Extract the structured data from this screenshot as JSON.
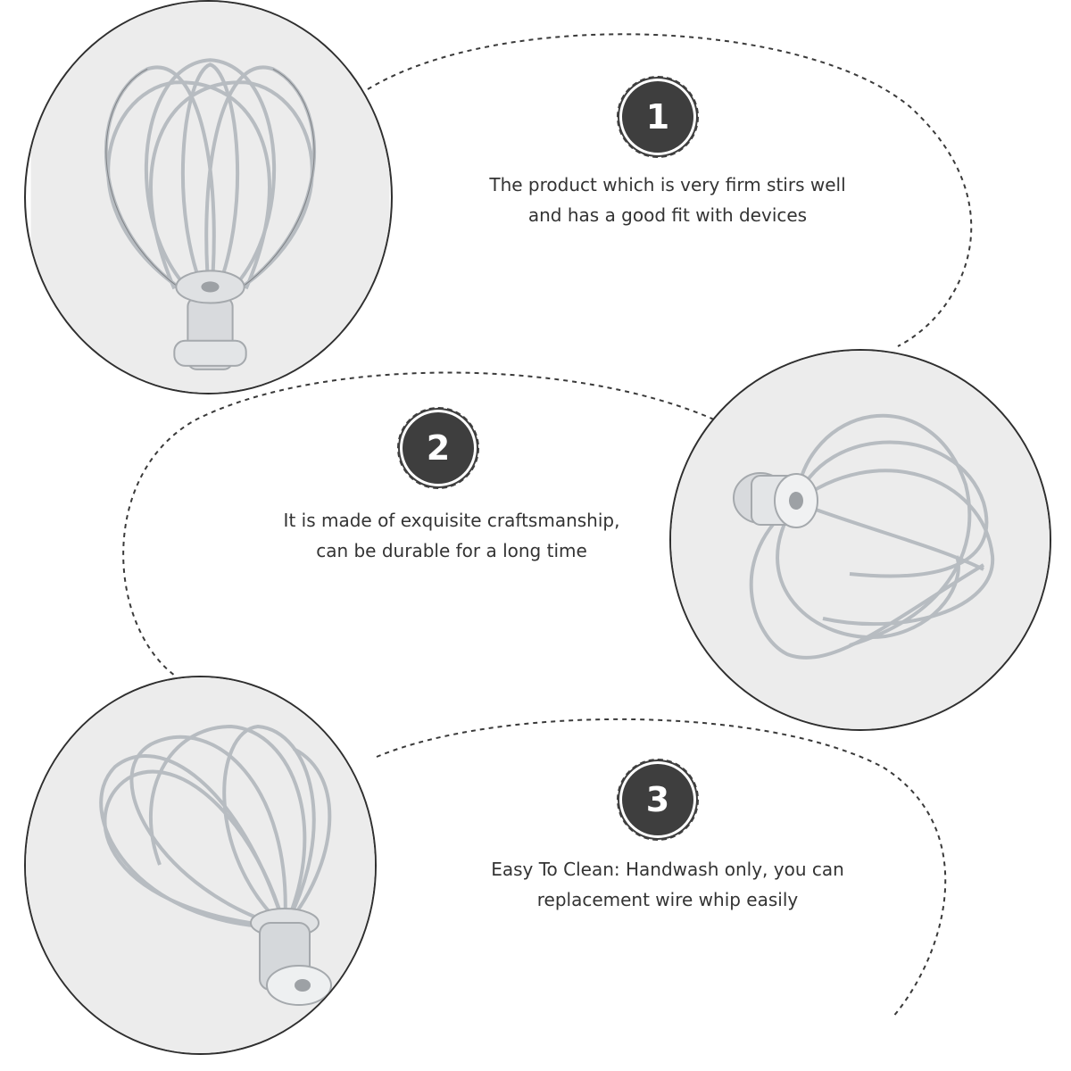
{
  "colors": {
    "badge": "#3e3e3e",
    "text": "#333333",
    "outline": "#2f2f2f",
    "photo_background": "#ececec",
    "wire": "#b7bcc1"
  },
  "features": [
    {
      "number": "1",
      "image_icon": "balloon-whisk-icon",
      "lines": [
        "The product which is very firm stirs well",
        "and has a good fit with devices"
      ]
    },
    {
      "number": "2",
      "image_icon": "balloon-whisk-icon",
      "lines": [
        "It is made of exquisite craftsmanship,",
        "can be durable for a long time"
      ]
    },
    {
      "number": "3",
      "image_icon": "balloon-whisk-icon",
      "lines": [
        "Easy To Clean: Handwash only, you can",
        "replacement wire whip easily"
      ]
    }
  ]
}
